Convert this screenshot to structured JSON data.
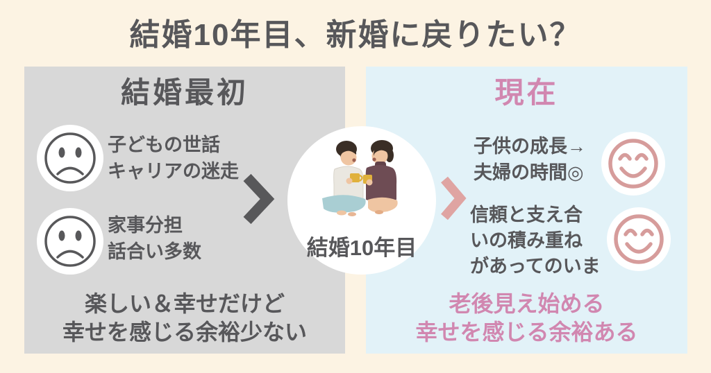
{
  "title": "結婚10年目、新婚に戻りたい？",
  "left_panel": {
    "title": "結婚最初",
    "items": [
      {
        "icon": "sad-face-icon",
        "line1": "子どもの世話",
        "line2": "キャリアの迷走"
      },
      {
        "icon": "sad-face-icon",
        "line1": "家事分担",
        "line2": "話合い多数"
      }
    ],
    "summary": {
      "line1": "楽しい＆幸せだけど",
      "line2": "幸せを感じる余裕少ない"
    }
  },
  "center": {
    "label": "結婚10年目",
    "illustration": "couple-drinking-tea-illustration"
  },
  "right_panel": {
    "title": "現在",
    "items": [
      {
        "icon": "happy-face-icon",
        "line1": "子供の成長→",
        "line2": "夫婦の時間◎"
      },
      {
        "icon": "happy-face-icon",
        "line1": "信頼と支え合",
        "line2": "いの積み重ね",
        "line3": "があってのいま"
      }
    ],
    "summary": {
      "line1": "老後見え始める",
      "line2": "幸せを感じる余裕ある"
    }
  },
  "arrows": {
    "left": "chevron-right-dark-icon",
    "right": "chevron-right-pink-icon"
  },
  "colors": {
    "background": "#fcf3e3",
    "left_panel_bg": "#d8d8d8",
    "right_panel_bg": "#e2f2f8",
    "dark_text": "#57575a",
    "pink_text": "#d187b0",
    "happy_face_pink": "#d69c9b",
    "pink_arrow": "#dfa4a2",
    "mug_yellow": "#e0b13c"
  }
}
